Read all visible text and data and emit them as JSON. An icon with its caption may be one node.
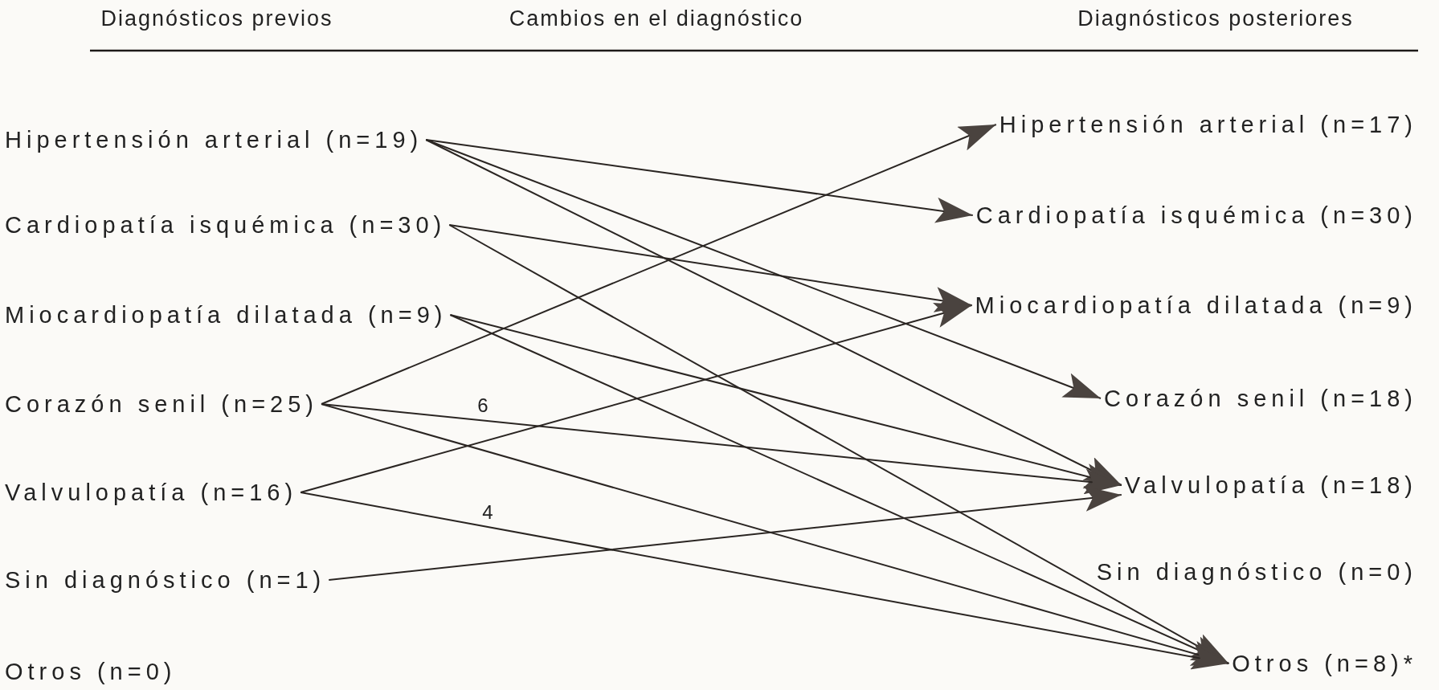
{
  "diagram": {
    "nodes": [
      {
        "text": [
          "Hipertensión arterial (n=19)"
        ]
      },
      {
        "text": [
          "Cardiopatía isquémica (n=30)"
        ]
      },
      {
        "text": [
          "Miocardiopatía dilatada (n=9)"
        ]
      },
      {
        "text": [
          "Corazón senil (n=25)"
        ]
      },
      {
        "text": [
          "Valvulopatía (n=16)"
        ]
      },
      {
        "text": [
          "Sin diagnóstico (n=1)"
        ]
      },
      {
        "text": [
          "Otros (n=0)"
        ]
      },
      {
        "text": [
          "Hipertensión arterial (n=17)"
        ]
      },
      {
        "text": [
          "Cardiopatía isquémica (n=30)"
        ]
      },
      {
        "text": [
          "Miocardiopatía dilatada (n=9)"
        ]
      },
      {
        "text": [
          "Corazón senil (n=18)"
        ]
      },
      {
        "text": [
          "Valvulopatía (n=18)"
        ]
      },
      {
        "text": [
          "Sin diagnóstico (n=0)"
        ]
      },
      {
        "text": [
          "Otros (n=8)*"
        ]
      }
    ],
    "edges": [
      {
        "from": 0,
        "to": 8,
        "arrow": "to"
      },
      {
        "from": 0,
        "to": 10,
        "arrow": "to"
      },
      {
        "from": 0,
        "to": 11,
        "arrow": "to"
      },
      {
        "from": 1,
        "to": 9,
        "arrow": "to"
      },
      {
        "from": 1,
        "to": 13,
        "arrow": "to"
      },
      {
        "from": 2,
        "to": 11,
        "arrow": "to"
      },
      {
        "from": 2,
        "to": 13,
        "arrow": "to"
      },
      {
        "from": 3,
        "to": 7,
        "arrow": "to"
      },
      {
        "from": 3,
        "to": 11,
        "label": "6",
        "arrow": "to"
      },
      {
        "from": 3,
        "to": 13,
        "arrow": "to"
      },
      {
        "from": 4,
        "to": 9,
        "arrow": "to"
      },
      {
        "from": 4,
        "to": 13,
        "label": "4",
        "arrow": "to"
      },
      {
        "from": 5,
        "to": 11,
        "arrow": "to"
      }
    ],
    "labels": [
      "Diagnósticos previos",
      "Cambios en el diagnóstico",
      "Diagnósticos posteriores"
    ]
  }
}
